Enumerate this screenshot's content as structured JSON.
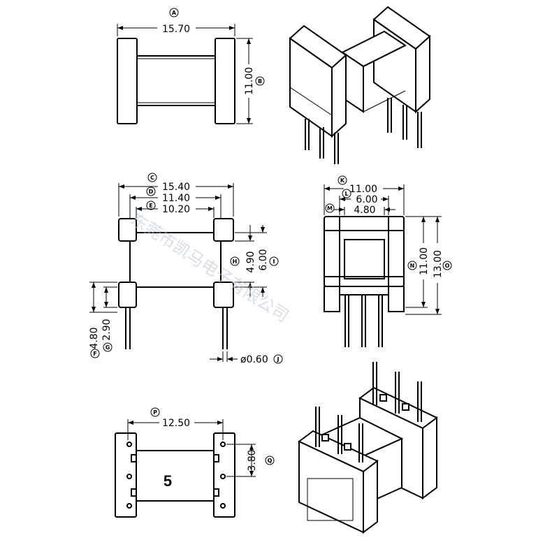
{
  "dimensions": {
    "A": "15.70",
    "B": "11.00",
    "C": "15.40",
    "D": "11.40",
    "E": "10.20",
    "H": "4.90",
    "I": "6.00",
    "F": "4.80",
    "G": "2.90",
    "J": "ø0.60",
    "K": "11.00",
    "L": "6.00",
    "M": "4.80",
    "N": "11.00",
    "O": "13.00",
    "P": "12.50",
    "Q": "3.80"
  },
  "labels": {
    "A": "A",
    "B": "B",
    "C": "C",
    "D": "D",
    "E": "E",
    "F": "F",
    "G": "G",
    "H": "H",
    "I": "I",
    "J": "J",
    "K": "K",
    "L": "L",
    "M": "M",
    "N": "N",
    "O": "O",
    "P": "P",
    "Q": "Q"
  },
  "figure_number": "5",
  "watermark": "东莞市凯马电子有限公司"
}
